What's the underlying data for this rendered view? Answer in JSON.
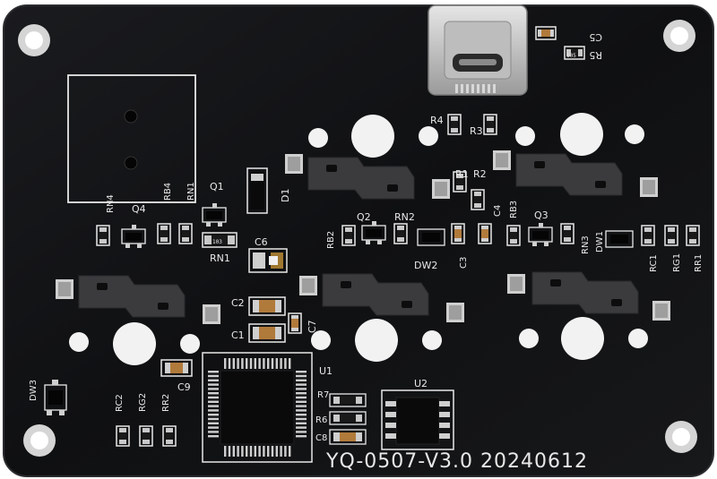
{
  "board": {
    "model_line": "YQ-0507-V3.0 20240612",
    "colors": {
      "pcb": "#111214",
      "silk": "#e8e8e8",
      "pad": "#c9c9c9",
      "gold": "#b58a3a",
      "socket": "#3a3a3d"
    }
  },
  "labels": {
    "c5": "C5",
    "r5": "R5",
    "r4": "R4",
    "r3": "R3",
    "r1": "R1",
    "r2": "R2",
    "rn4": "RN4",
    "rb4": "RB4",
    "rn1_top": "RN1",
    "q1": "Q1",
    "q4": "Q4",
    "d1": "D1",
    "rn1": "RN1",
    "c6": "C6",
    "q2": "Q2",
    "rn2": "RN2",
    "rb2": "RB2",
    "dw2": "DW2",
    "c3": "C3",
    "c4": "C4",
    "rb3": "RB3",
    "q3": "Q3",
    "rn3": "RN3",
    "dw1": "DW1",
    "rc1": "RC1",
    "rg1": "RG1",
    "rr1": "RR1",
    "c2": "C2",
    "c1": "C1",
    "c7": "C7",
    "c9": "C9",
    "u1": "U1",
    "u2": "U2",
    "r7": "R7",
    "r6": "R6",
    "c8": "C8",
    "dw3": "DW3",
    "rc2": "RC2",
    "rg2": "RG2",
    "rr2": "RR2",
    "res_code_a": "105",
    "res_code_b": "103"
  }
}
